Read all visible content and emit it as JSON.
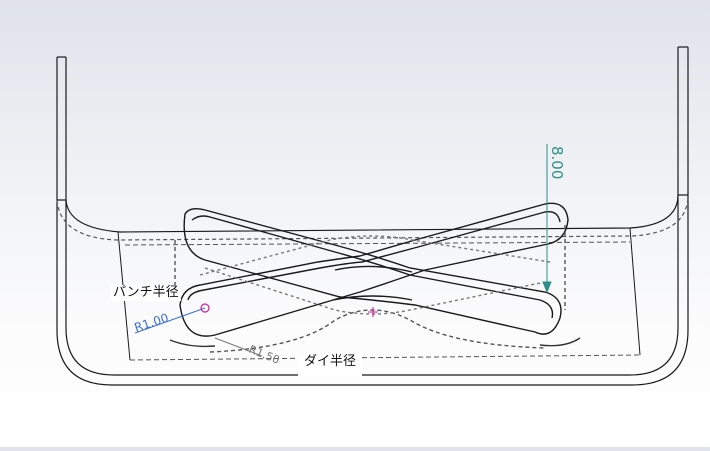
{
  "callouts": {
    "punch_radius": "パンチ半径",
    "die_radius": "ダイ半径"
  },
  "dimensions": {
    "punch_radius": "R1.00",
    "die_radius": "R1.50",
    "depth": "8.00"
  },
  "colors": {
    "edge": "#1a1a1a",
    "hidden_edge": "#555555",
    "dimension_blue": "#3b6fd8",
    "dimension_teal": "#2f8f8a",
    "origin_marker": "#d11aa0",
    "background_top": "#dfe3ea"
  }
}
